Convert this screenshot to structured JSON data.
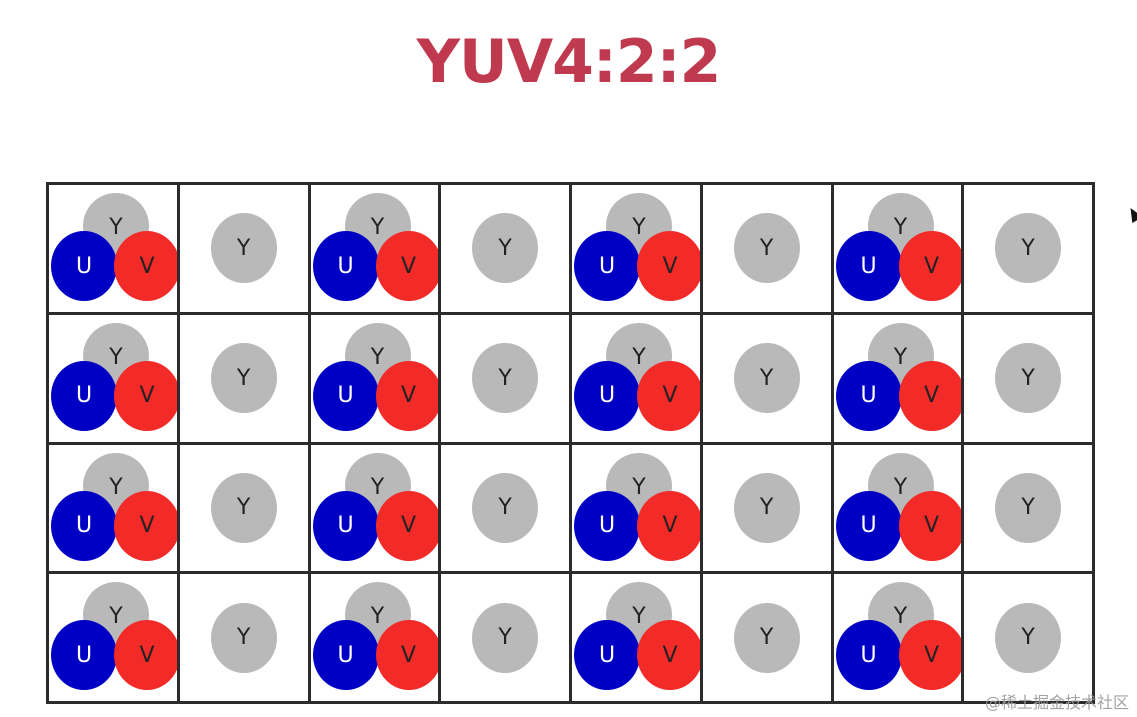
{
  "title": "YUV4:2:2",
  "colors": {
    "title": "#bf3a4f",
    "y": "#b9b9b9",
    "u": "#0000c4",
    "v": "#f22a28",
    "grid_line": "#2b2b2b"
  },
  "grid": {
    "rows": 4,
    "cols": 8,
    "label_y": "Y",
    "label_u": "U",
    "label_v": "V"
  },
  "watermark": "@稀土掘金技术社区",
  "icons": {
    "cursor": "mouse-pointer-icon"
  }
}
